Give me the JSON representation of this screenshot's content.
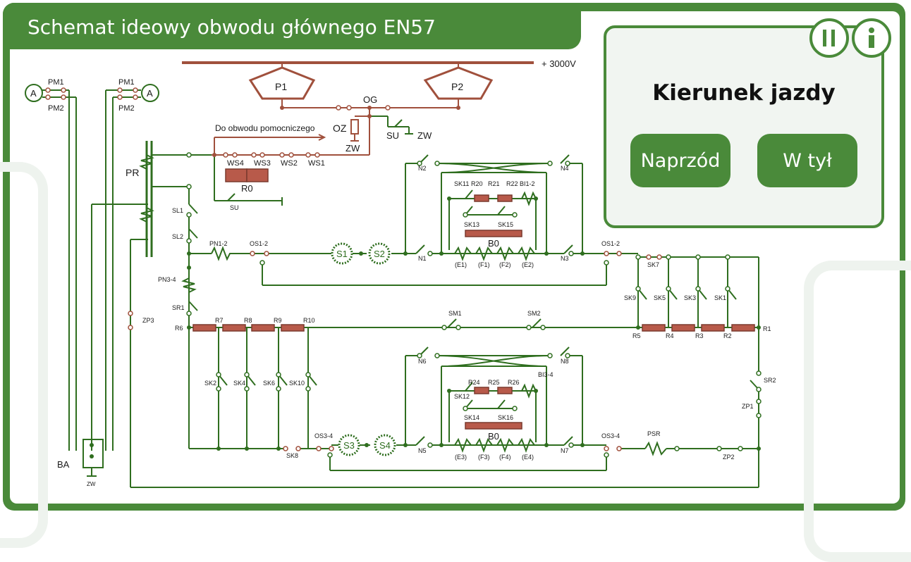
{
  "title": "Schemat ideowy obwodu głównego EN57",
  "panel": {
    "heading": "Kierunek jazdy",
    "forward_label": "Naprzód",
    "backward_label": "W tył"
  },
  "icons": {
    "pause": "pause-icon",
    "info": "info-icon"
  },
  "colors": {
    "brand": "#4a8a3a",
    "wire_green": "#2f6e1f",
    "wire_brown": "#a0503c",
    "resistor": "#b85a4a"
  },
  "schematic": {
    "voltage": "+ 3000V",
    "pantograph_left": "P1",
    "pantograph_right": "P2",
    "og": "OG",
    "oz": "OZ",
    "zw": "ZW",
    "su": "SU",
    "aux": "Do obwodu pomocniczego",
    "ws4": "WS4",
    "ws3": "WS3",
    "ws2": "WS2",
    "ws1": "WS1",
    "r0": "R0",
    "pr": "PR",
    "pm1": "PM1",
    "pm2": "PM2",
    "a": "A",
    "sl1": "SL1",
    "sl2": "SL2",
    "pn12": "PN1-2",
    "pn34": "PN3-4",
    "os12": "OS1-2",
    "os34": "OS3-4",
    "s1": "S1",
    "s2": "S2",
    "s3": "S3",
    "s4": "S4",
    "sr1": "SR1",
    "sr2": "SR2",
    "zp1": "ZP1",
    "zp2": "ZP2",
    "zp3": "ZP3",
    "r1": "R1",
    "r2": "R2",
    "r3": "R3",
    "r4": "R4",
    "r5": "R5",
    "r6": "R6",
    "r7": "R7",
    "r8": "R8",
    "r9": "R9",
    "r10": "R10",
    "sm1": "SM1",
    "sm2": "SM2",
    "n1": "N1",
    "n2": "N2",
    "n3": "N3",
    "n4": "N4",
    "n5": "N5",
    "n6": "N6",
    "n7": "N7",
    "n8": "N8",
    "b0": "B0",
    "bi12": "BI1-2",
    "bi34": "BI3-4",
    "r20": "R20",
    "r21": "R21",
    "r22": "R22",
    "r24": "R24",
    "r25": "R25",
    "r26": "R26",
    "sk1": "SK1",
    "sk2": "SK2",
    "sk3": "SK3",
    "sk4": "SK4",
    "sk5": "SK5",
    "sk6": "SK6",
    "sk7": "SK7",
    "sk8": "SK8",
    "sk9": "SK9",
    "sk10": "SK10",
    "sk11": "SK11",
    "sk12": "SK12",
    "sk13": "SK13",
    "sk14": "SK14",
    "sk15": "SK15",
    "sk16": "SK16",
    "e1": "(E1)",
    "f1": "(F1)",
    "f2": "(F2)",
    "e2": "(E2)",
    "e3": "(E3)",
    "f3": "(F3)",
    "f4": "(F4)",
    "e4": "(E4)",
    "psr": "PSR",
    "ba": "BA"
  }
}
